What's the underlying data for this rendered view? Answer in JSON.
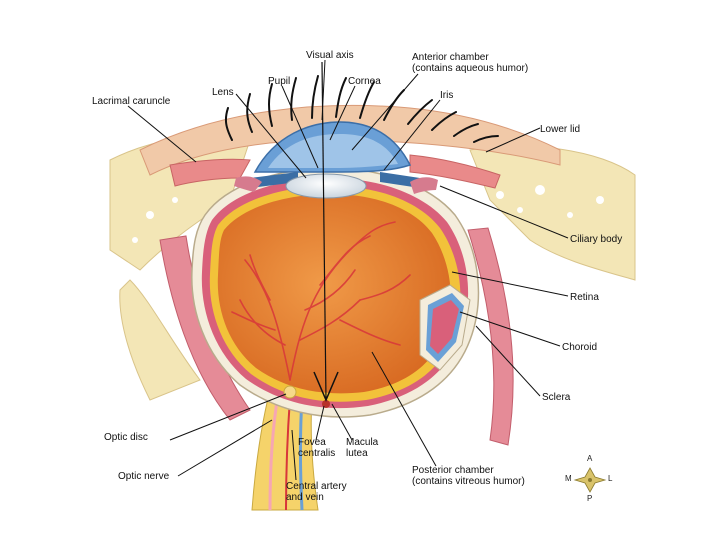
{
  "labels": {
    "visual_axis": "Visual axis",
    "anterior_chamber": "Anterior chamber\n(contains aqueous humor)",
    "pupil": "Pupil",
    "cornea": "Cornea",
    "lens": "Lens",
    "iris": "Iris",
    "lacrimal_caruncle": "Lacrimal caruncle",
    "lower_lid": "Lower lid",
    "ciliary_body": "Ciliary body",
    "retina": "Retina",
    "choroid": "Choroid",
    "sclera": "Sclera",
    "optic_disc": "Optic disc",
    "optic_nerve": "Optic nerve",
    "fovea_centralis": "Fovea\ncentralis",
    "macula_lutea": "Macula\nlutea",
    "central_artery": "Central artery\nand vein",
    "posterior_chamber": "Posterior chamber\n(contains vitreous humor)"
  },
  "compass": {
    "anterior": "A",
    "posterior": "P",
    "medial": "M",
    "lateral": "L"
  },
  "colors": {
    "vitreous": "#e8822e",
    "retina": "#f2c23a",
    "sclera": "#f4eddc",
    "choroid": "#d9607a",
    "cornea": "#6a9fd6",
    "lens": "#eef2f6",
    "vessel": "#d8363a",
    "bone": "#f3e6b6",
    "nerve": "#f5d36a",
    "skin": "#f1c9a8"
  }
}
